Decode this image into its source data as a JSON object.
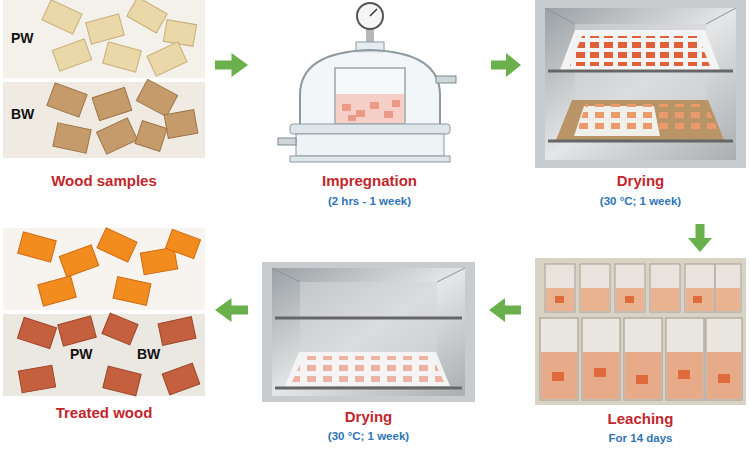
{
  "diagram": {
    "nodes": [
      {
        "text": [
          "PW",
          "BW",
          "Wood samples"
        ]
      },
      {
        "text": [
          "Impregnation",
          "(2 hrs - 1 week)"
        ]
      },
      {
        "text": [
          "Drying",
          "(30 °C; 1 week)"
        ]
      },
      {
        "text": [
          "Leaching",
          "For 14 days"
        ]
      },
      {
        "text": [
          "Drying",
          "(30 °C; 1 week)"
        ]
      },
      {
        "text": [
          "PW",
          "BW",
          "Treated wood"
        ]
      }
    ],
    "edges": [
      {
        "from": 0,
        "to": 1,
        "arrow": "to"
      },
      {
        "from": 1,
        "to": 2,
        "arrow": "to"
      },
      {
        "from": 2,
        "to": 3,
        "arrow": "to"
      },
      {
        "from": 3,
        "to": 4,
        "arrow": "to"
      },
      {
        "from": 4,
        "to": 5,
        "arrow": "to"
      }
    ]
  }
}
